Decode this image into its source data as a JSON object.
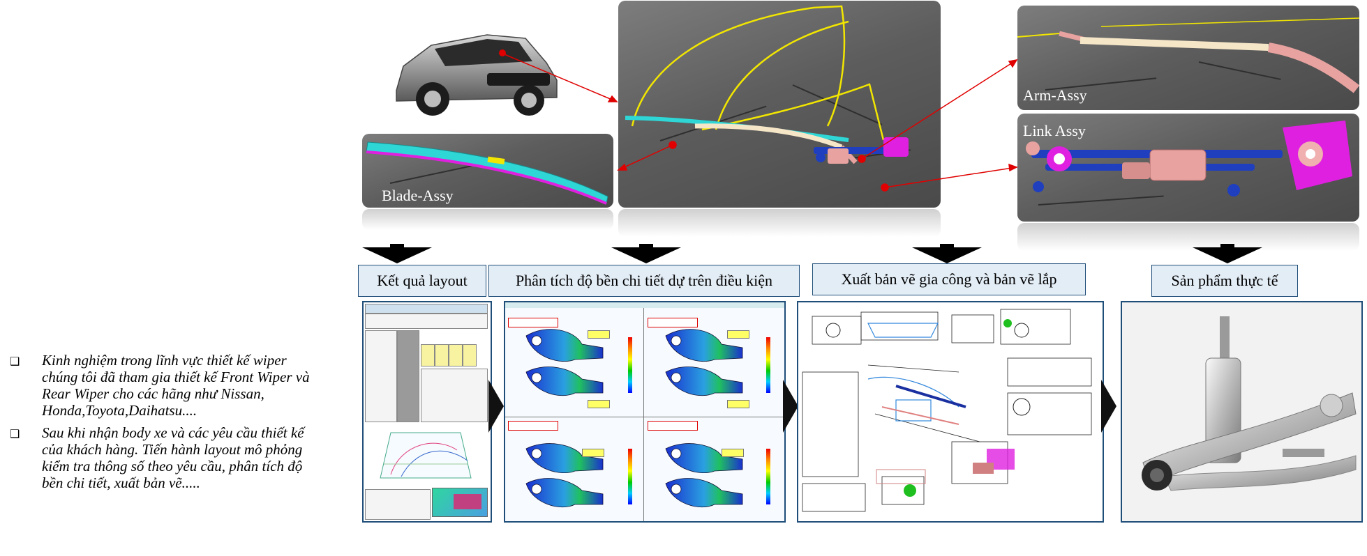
{
  "labels": {
    "blade": "Blade-Assy",
    "arm": "Arm-Assy",
    "link": "Link Assy"
  },
  "stages": [
    {
      "label": "Kết quả layout"
    },
    {
      "label": "Phân tích độ bền chi tiết dự trên điều kiện"
    },
    {
      "label": "Xuất bản vẽ gia công và bản vẽ lắp"
    },
    {
      "label": "Sản phẩm thực tế"
    }
  ],
  "bullets": [
    {
      "text": "Kinh nghiệm trong lĩnh vực thiết kế wiper chúng tôi đã tham gia thiết kế Front Wiper và Rear Wiper cho các hãng như Nissan, Honda,Toyota,Daihatsu...."
    },
    {
      "text": "Sau khi nhận body xe và các yêu cầu thiết kế của khách hàng. Tiến hành layout mô phỏng kiểm tra thông số theo yêu cầu, phân tích độ bền chi tiết, xuất bản vẽ....."
    }
  ],
  "icons": {
    "bullet": "checkbox-bullet-icon",
    "arrow": "down-arrow-icon"
  },
  "colors": {
    "label_border": "#1f4e79",
    "label_fill": "#e3edf6",
    "connector": "#e00000",
    "wiper_outline": "#f2e600",
    "blade": "#2fd6d6",
    "bracket": "#e020e0",
    "link_rod": "#1f3fbf"
  }
}
